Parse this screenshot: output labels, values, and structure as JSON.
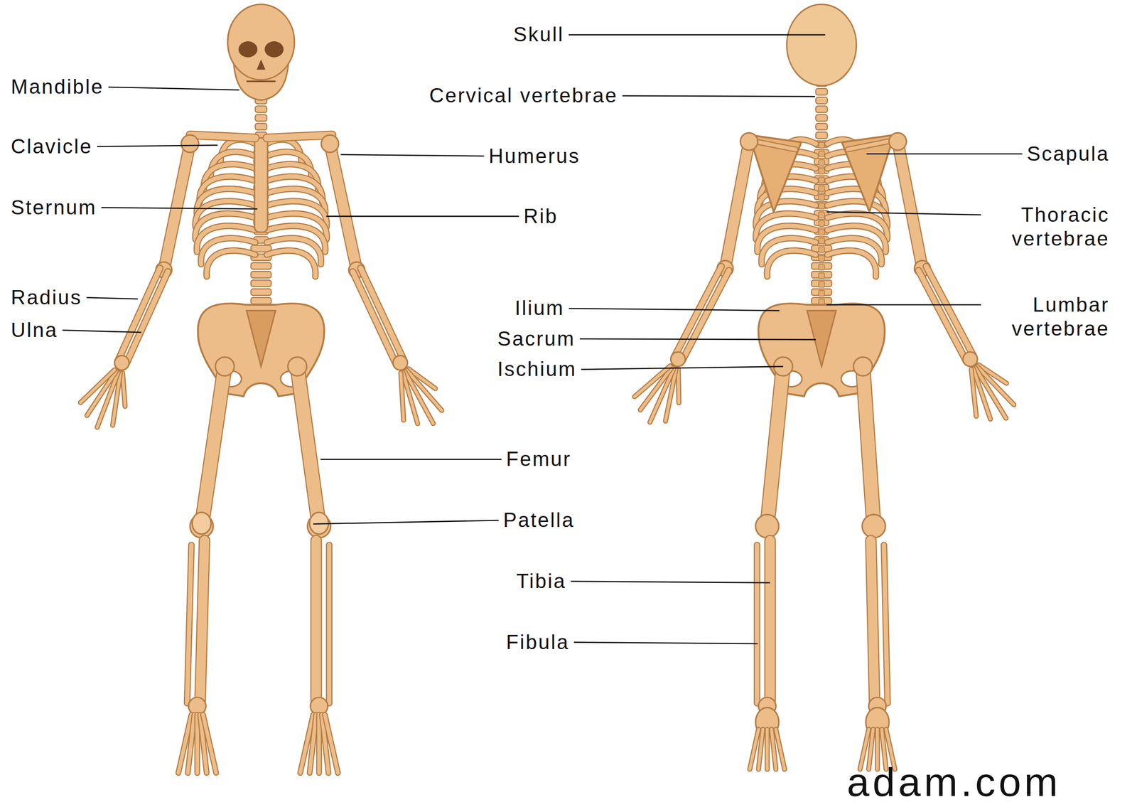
{
  "diagram": {
    "labels": [
      "Skull",
      "Mandible",
      "Cervical vertebrae",
      "Clavicle",
      "Humerus",
      "Scapula",
      "Sternum",
      "Rib",
      "Thoracic vertebrae",
      "Radius",
      "Ilium",
      "Lumbar vertebrae",
      "Ulna",
      "Sacrum",
      "Ischium",
      "Femur",
      "Patella",
      "Tibia",
      "Fibula",
      "adam.com"
    ]
  }
}
